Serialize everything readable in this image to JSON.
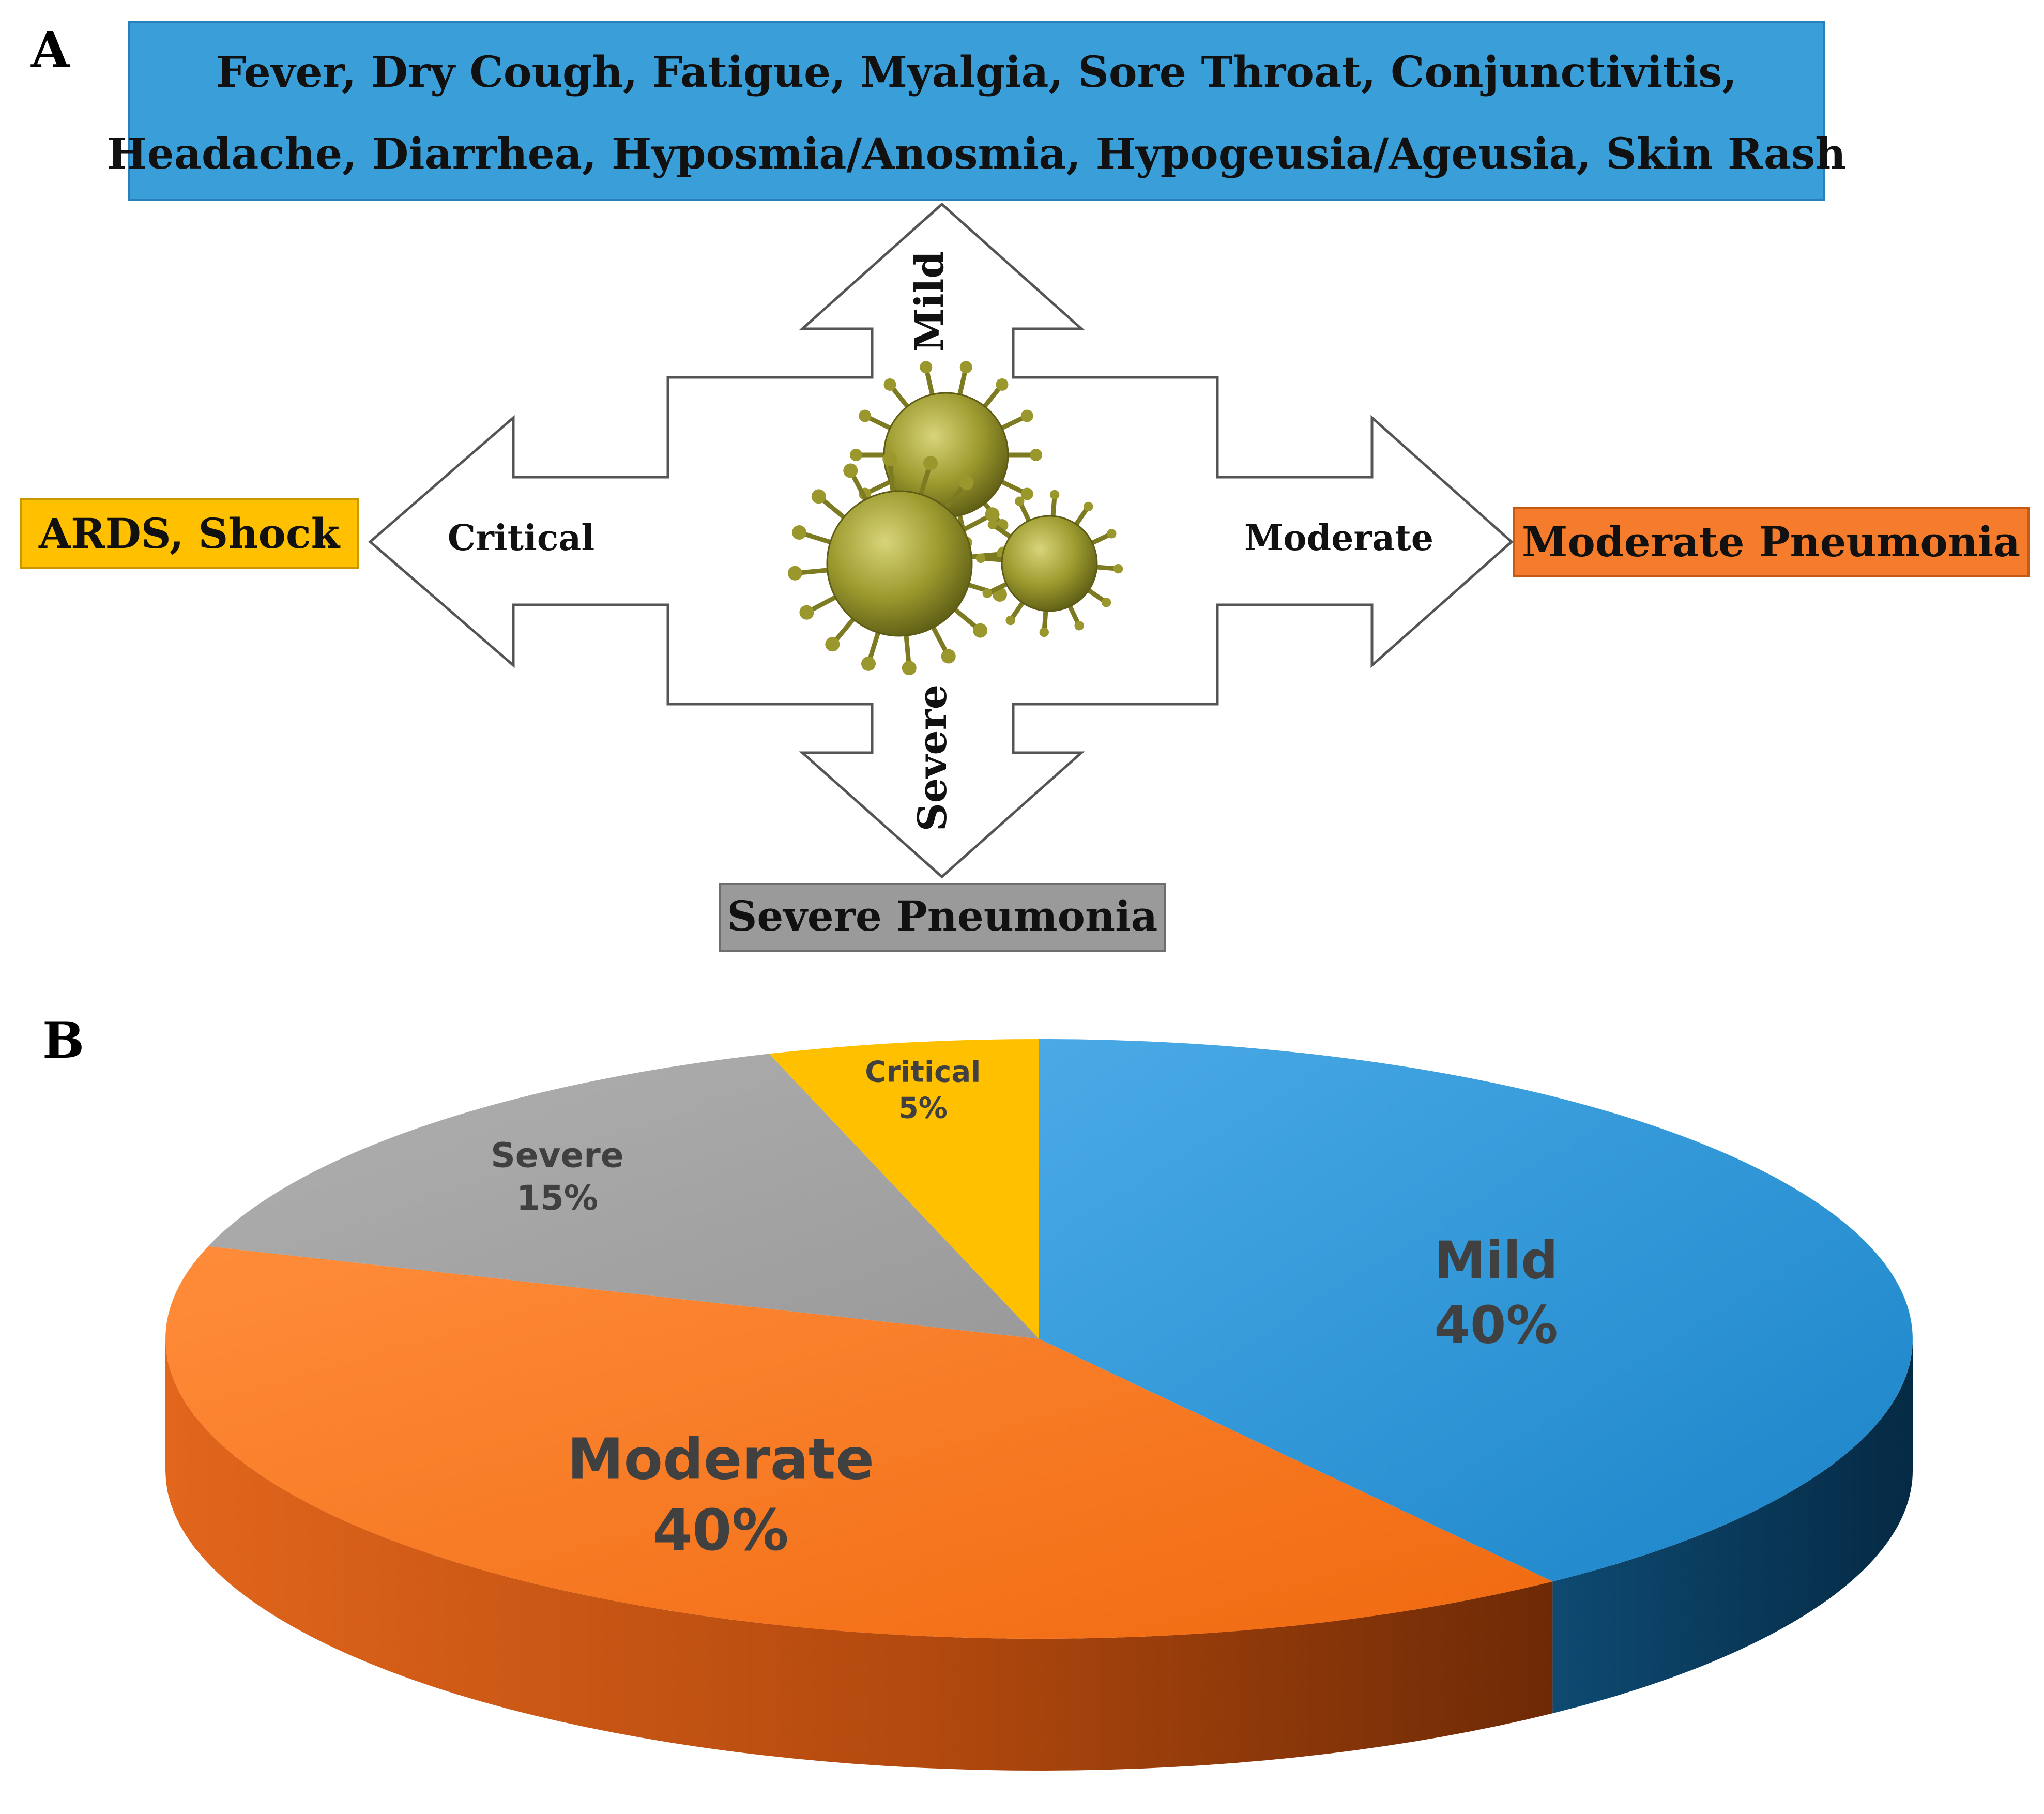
{
  "panel_a": {
    "label": "A",
    "mild_box": {
      "line1": "Fever, Dry Cough, Fatigue, Myalgia, Sore Throat, Conjunctivitis,",
      "line2": "Headache, Diarrhea, Hyposmia/Anosmia, Hypogeusia/Ageusia, Skin Rash",
      "color": "#3a9fd8"
    },
    "arrows": {
      "up": "Mild",
      "left": "Critical",
      "right": "Moderate",
      "down": "Severe"
    },
    "critical_box": {
      "text": "ARDS, Shock",
      "color": "#ffc000"
    },
    "moderate_box": {
      "text": "Moderate Pneumonia",
      "color": "#f47c2c"
    },
    "severe_box": {
      "text": "Severe Pneumonia",
      "color": "#9a9a9a"
    },
    "center_icon": "virus-icon"
  },
  "panel_b": {
    "label": "B"
  },
  "chart_data": {
    "type": "pie",
    "categories": [
      "Mild",
      "Moderate",
      "Severe",
      "Critical"
    ],
    "values": [
      40,
      40,
      15,
      5
    ],
    "value_labels": [
      "40%",
      "40%",
      "15%",
      "5%"
    ],
    "colors": [
      "#2e95d6",
      "#f37021",
      "#a6a6a6",
      "#ffc000"
    ],
    "side_colors": [
      "#0a3f62",
      "#8a3a0a",
      "#6a6a6a",
      "#a07a00"
    ],
    "label_color": "#404040",
    "style": "3d"
  }
}
